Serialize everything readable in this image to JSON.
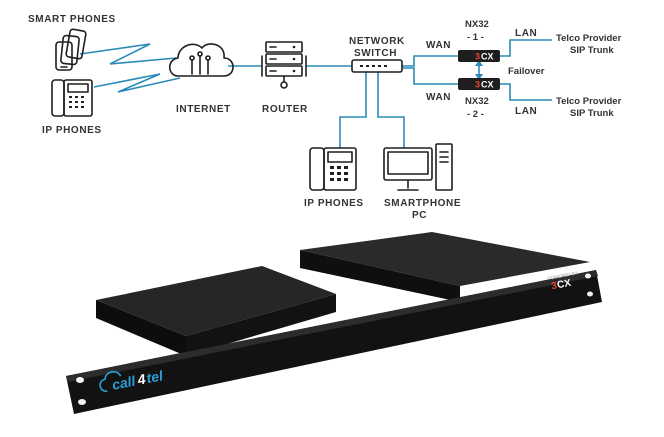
{
  "labels": {
    "smart_phones": "SMART PHONES",
    "ip_phones_left": "IP PHONES",
    "internet": "INTERNET",
    "router": "ROUTER",
    "network_switch_1": "NETWORK",
    "network_switch_2": "SWITCH",
    "wan_top": "WAN",
    "wan_bottom": "WAN",
    "nx32_top_1": "NX32",
    "nx32_top_2": "- 1 -",
    "nx32_bottom_1": "NX32",
    "nx32_bottom_2": "- 2 -",
    "lan_top": "LAN",
    "lan_bottom": "LAN",
    "failover": "Failover",
    "telco_top_1": "Telco Provider",
    "telco_top_2": "SIP Trunk",
    "telco_bottom_1": "Telco Provider",
    "telco_bottom_2": "SIP Trunk",
    "ip_phones_center": "IP PHONES",
    "smartphone_pc_1": "SMARTPHONE",
    "smartphone_pc_2": "PC"
  },
  "device_badge": {
    "prefix": "3",
    "suffix": "CX"
  },
  "hardware": {
    "brand_call": "call",
    "brand_4": "4",
    "brand_tel": "tel",
    "powered_by": "POWERED BY",
    "powered_logo_prefix": "3",
    "powered_logo_suffix": "CX"
  },
  "colors": {
    "link": "#2b8bb8",
    "device_stroke": "#1f1f1f",
    "label": "#333333",
    "badge_bg": "#1e1e1e",
    "badge_accent": "#e8462c",
    "hardware_body": "#141414",
    "brand": "#2a9fd8"
  }
}
